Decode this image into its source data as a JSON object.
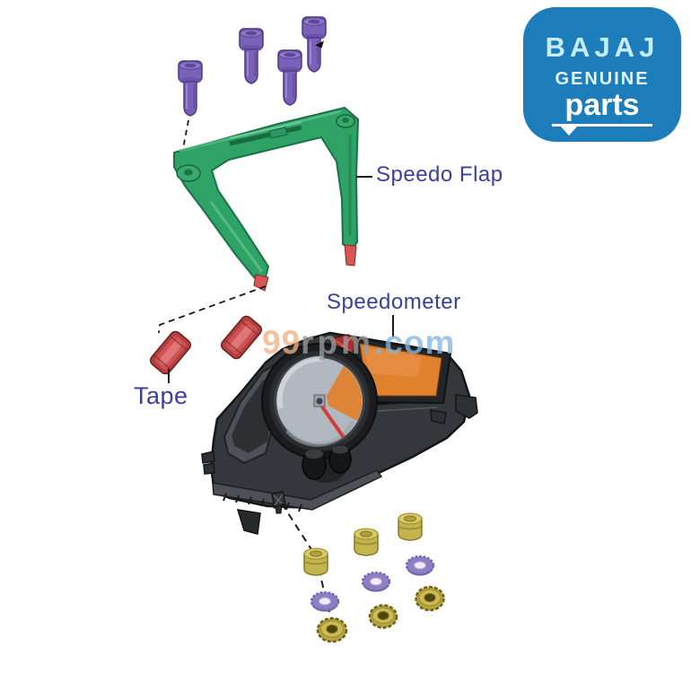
{
  "labels": {
    "speedo_flap": "Speedo Flap",
    "speedometer": "Speedometer",
    "tape": "Tape"
  },
  "watermark": {
    "num": "99",
    "mid": "rpm",
    "tail": ".com"
  },
  "logo": {
    "brand": "BAJAJ",
    "genuine": "GENUINE",
    "parts": "parts"
  },
  "parts": [
    {
      "name": "socket-bolt",
      "count": 4,
      "color": "#7b60b7"
    },
    {
      "name": "speedo-flap",
      "count": 1,
      "visible_label": "Speedo Flap",
      "color": "#2fa266"
    },
    {
      "name": "tape",
      "count": 2,
      "visible_label": "Tape",
      "color": "#c04848"
    },
    {
      "name": "speedometer-cluster",
      "count": 1,
      "visible_label": "Speedometer",
      "color": "#34373b"
    },
    {
      "name": "brass-spacer",
      "count": 3,
      "color": "#c4b44e"
    },
    {
      "name": "serrated-washer",
      "count": 3,
      "color": "#8d7fc4"
    },
    {
      "name": "brass-nut",
      "count": 3,
      "color": "#b5a53e"
    }
  ],
  "colors": {
    "label_text": "#3b3f9e",
    "logo_blue": "#1d7cba",
    "bolt_purple": "#7b60b7",
    "flap_green": "#2fa266",
    "flap_tip_red": "#d65555",
    "tape_red": "#c04848",
    "screen_orange": "#e0812e",
    "gauge_face": "#b2b8c0",
    "needle_red": "#d23c3c",
    "spacer_gold": "#c4b44e",
    "washer_purple": "#8d7fc4",
    "nut_gold": "#b5a53e",
    "watermark_orange": "#f2b183",
    "watermark_gray": "#9b9b9b",
    "watermark_blue": "#85b7e0"
  }
}
